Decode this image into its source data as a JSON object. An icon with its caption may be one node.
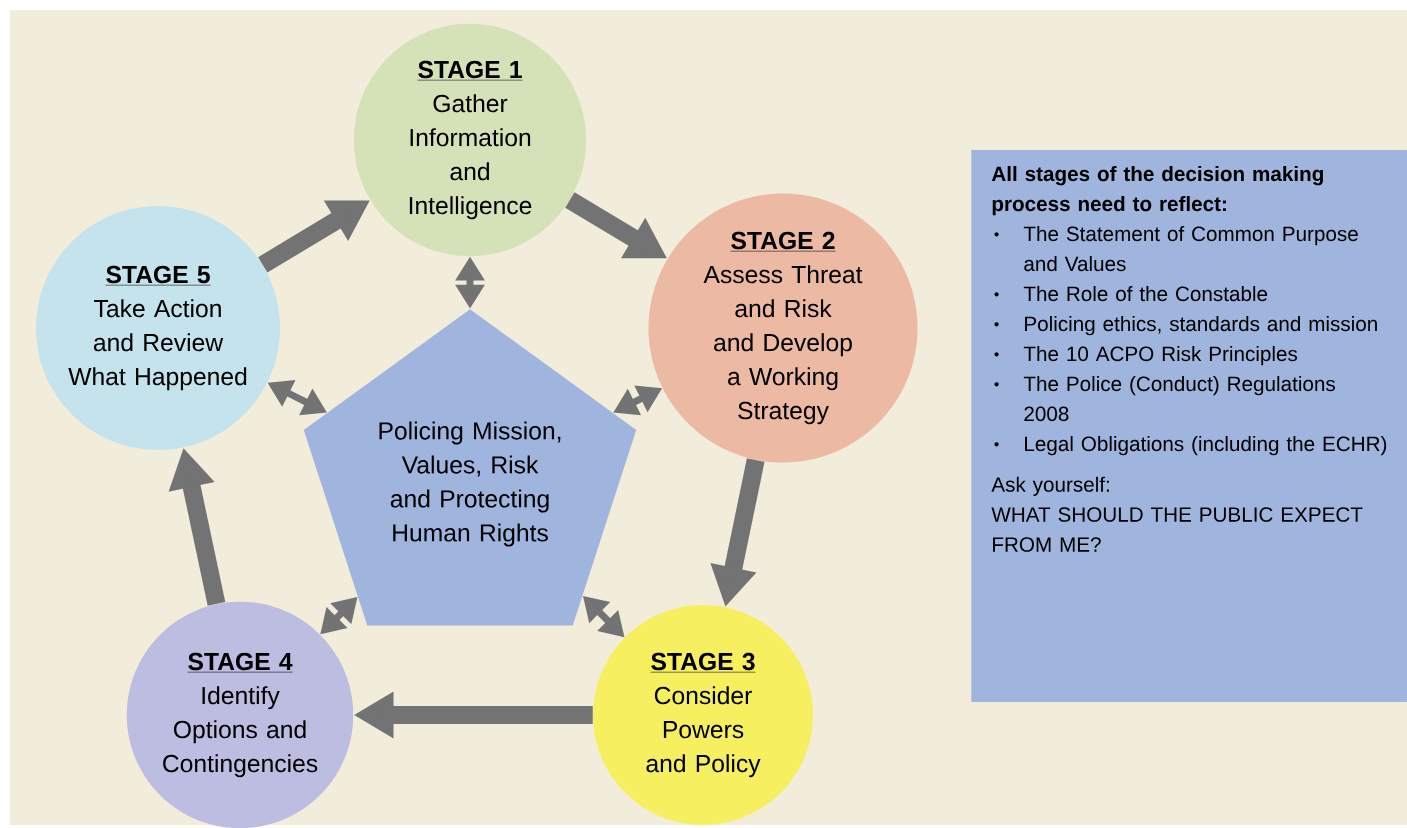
{
  "diagram": {
    "nodes": [
      {
        "text": [
          "STAGE 1",
          "Gather Information and Intelligence"
        ]
      },
      {
        "text": [
          "STAGE 2",
          "Assess Threat and Risk and Develop a Working Strategy"
        ]
      },
      {
        "text": [
          "STAGE 3",
          "Consider Powers and Policy"
        ]
      },
      {
        "text": [
          "STAGE 4",
          "Identify Options and Contingencies"
        ]
      },
      {
        "text": [
          "STAGE 5",
          "Take Action and Review What Happened"
        ]
      },
      {
        "text": [
          "Policing Mission, Values, Risk and Protecting Human Rights"
        ]
      },
      {
        "text": [
          "All stages of the decision making process need to reflect:",
          "The Statement of Common Purpose and Values",
          "The Role of the Constable",
          "Policing ethics, standards and mission",
          "The 10 ACPO Risk Principles",
          "The Police (Conduct) Regulations 2008",
          "Legal Obligations (including the ECHR)",
          "Ask yourself:",
          "WHAT SHOULD THE PUBLIC EXPECT FROM ME?"
        ]
      }
    ],
    "edges": [
      {
        "from": 4,
        "to": 0,
        "arrow": "to",
        "style": "thick"
      },
      {
        "from": 0,
        "to": 1,
        "arrow": "to",
        "style": "thick"
      },
      {
        "from": 1,
        "to": 2,
        "arrow": "to",
        "style": "thick"
      },
      {
        "from": 2,
        "to": 3,
        "arrow": "to",
        "style": "thick"
      },
      {
        "from": 3,
        "to": 4,
        "arrow": "to",
        "style": "thick"
      },
      {
        "from": 0,
        "to": 5,
        "arrow": "both"
      },
      {
        "from": 1,
        "to": 5,
        "arrow": "both"
      },
      {
        "from": 2,
        "to": 5,
        "arrow": "both"
      },
      {
        "from": 3,
        "to": 5,
        "arrow": "both"
      },
      {
        "from": 4,
        "to": 5,
        "arrow": "both"
      }
    ]
  }
}
